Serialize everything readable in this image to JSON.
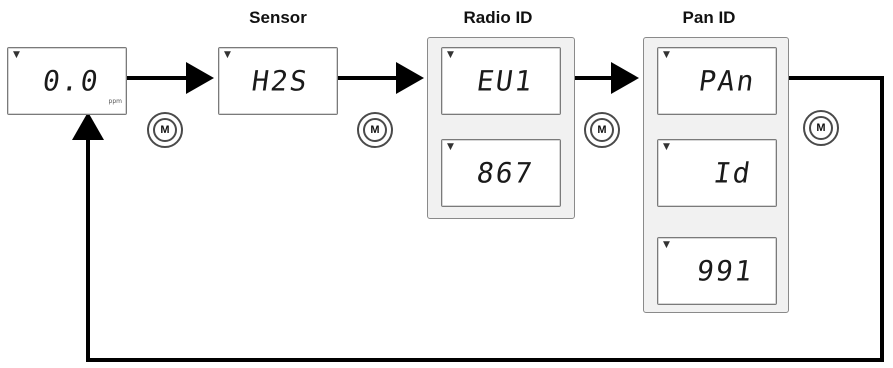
{
  "headings": {
    "sensor": "Sensor",
    "radio_id": "Radio ID",
    "pan_id": "Pan ID"
  },
  "displays": {
    "reading": {
      "value": "0.0",
      "unit": "ppm"
    },
    "sensor": {
      "value": "H2S"
    },
    "radio_1": {
      "value": "EU1"
    },
    "radio_2": {
      "value": "867"
    },
    "pan_1": {
      "value": "PAn"
    },
    "pan_2": {
      "value": "Id"
    },
    "pan_3": {
      "value": "991"
    }
  },
  "buttons": {
    "mode_label": "M"
  },
  "icons": {
    "antenna": "antenna-icon",
    "mode_button": "mode-button-icon"
  },
  "colors": {
    "arrow": "#000000",
    "display_border": "#7a7a7a",
    "group_fill": "#f1f1f1"
  }
}
